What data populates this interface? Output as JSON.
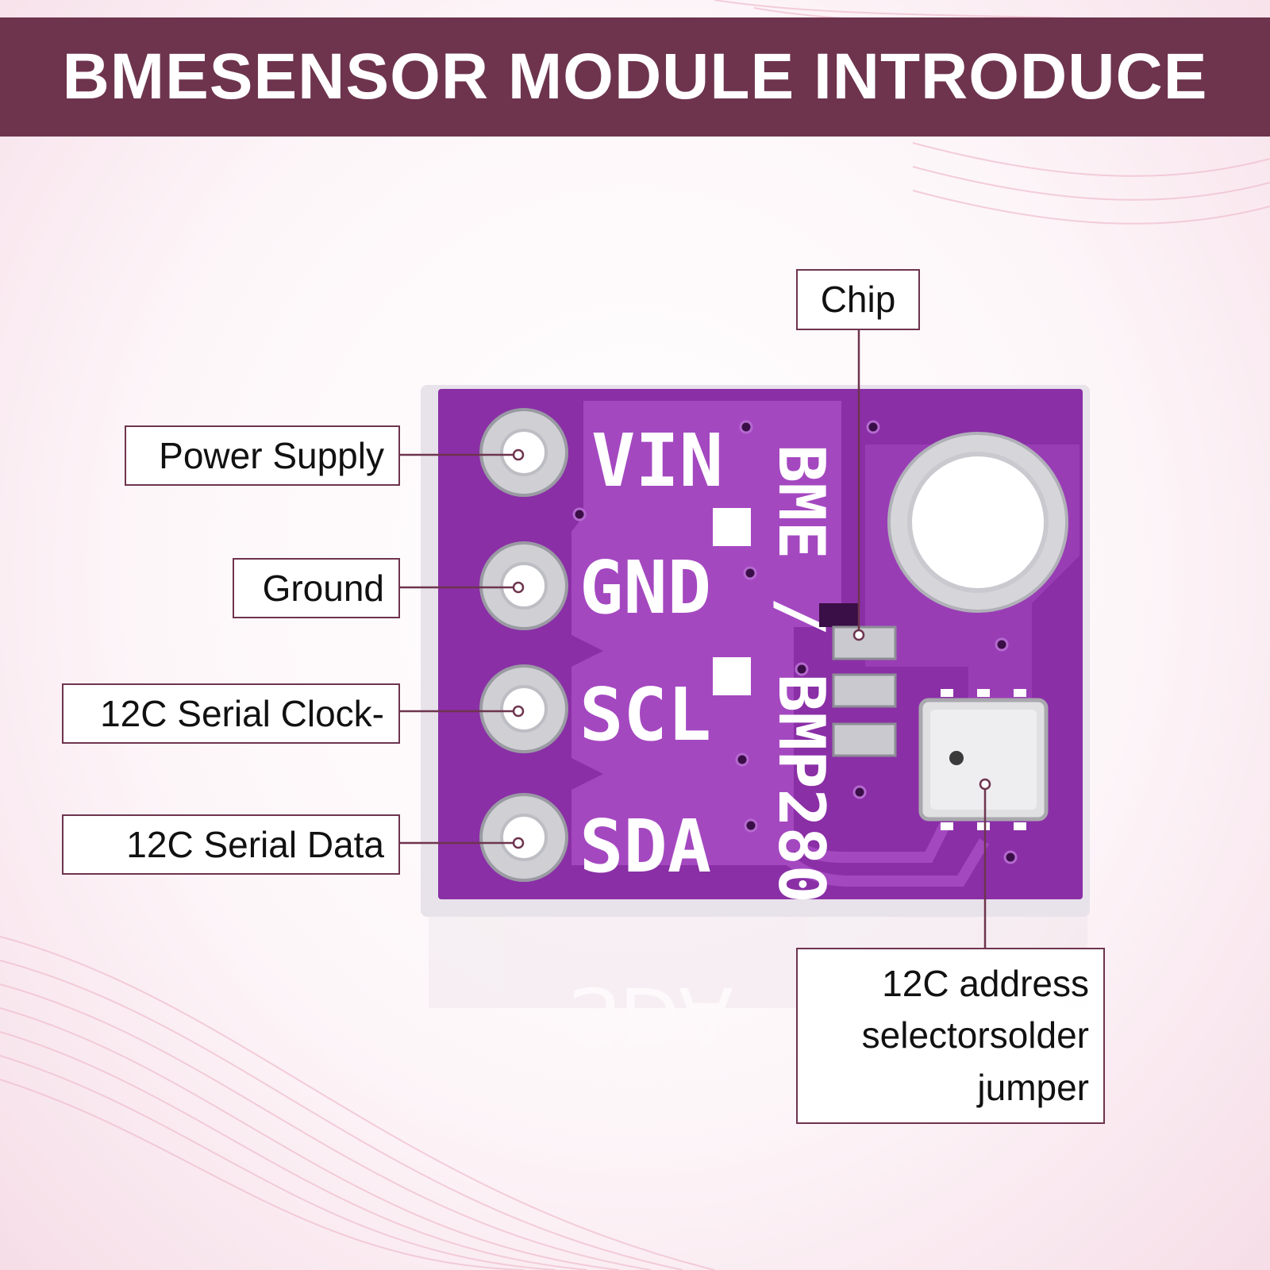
{
  "banner": {
    "title": "BMESENSOR MODULE INTRODUCE"
  },
  "board": {
    "pins": [
      "VIN",
      "GND",
      "SCL",
      "SDA"
    ],
    "chip_marking": "BME / BMP280",
    "reflection_text": "SDA"
  },
  "callouts": {
    "power_supply": "Power Supply",
    "ground": "Ground",
    "serial_clock": "12C Serial Clock-",
    "serial_data": "12C Serial Data",
    "chip": "Chip",
    "address_selector": [
      "12C address",
      "selectorsolder",
      "jumper"
    ]
  },
  "colors": {
    "banner": "#6e344e",
    "pcb": "#8a2fa6",
    "pcb_trace": "#a448c0",
    "callout_border": "#6e344e",
    "silkscreen": "#ffffff"
  }
}
